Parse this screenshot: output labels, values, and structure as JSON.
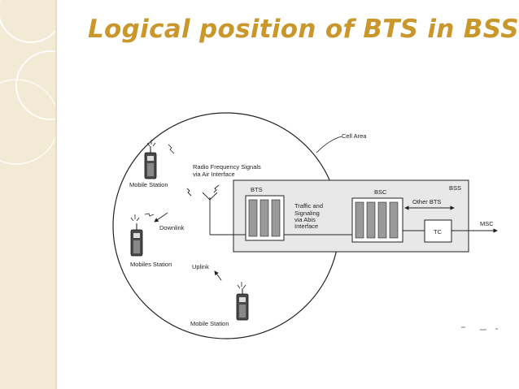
{
  "slide": {
    "title": "Logical position of BTS in BSS"
  },
  "diagram": {
    "cell_area": "Cell Area",
    "radio_signals_line1": "Radio Frequency Signals",
    "radio_signals_line2": "via Air Interface",
    "mobile_station_top": "Mobile Station",
    "downlink": "Downlink",
    "mobiles_station": "Mobiles Station",
    "uplink": "Uplink",
    "mobile_station_bottom": "Mobile Station",
    "bts": "BTS",
    "traffic_line1": "Traffic and",
    "traffic_line2": "Signaling",
    "traffic_line3": "via Abis",
    "traffic_line4": "Interface",
    "bsc": "BSC",
    "bss": "BSS",
    "other_bts": "Other BTS",
    "tc": "TC",
    "msc": "MSC"
  }
}
